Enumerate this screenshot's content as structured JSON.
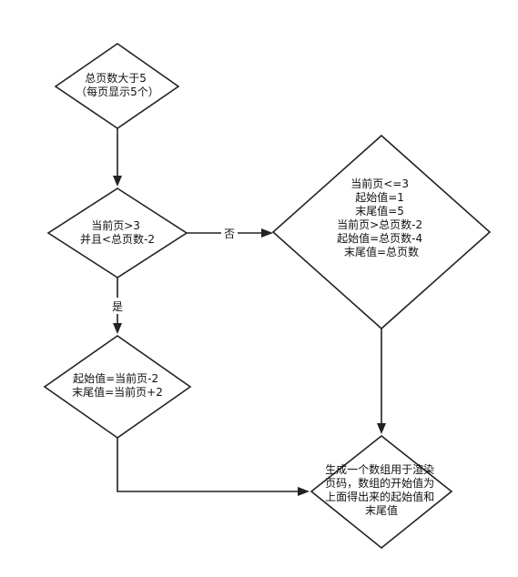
{
  "nodes": {
    "decision_total_pages": {
      "lines": [
        "总页数大于5",
        "（每页显示5个）"
      ]
    },
    "decision_current_page": {
      "lines": [
        "当前页>3",
        "并且<总页数-2"
      ]
    },
    "decision_else": {
      "lines": [
        "当前页<=3",
        "起始值=1",
        "末尾值=5",
        "",
        "当前页>总页数-2",
        "起始值=总页数-4",
        "末尾值=总页数"
      ]
    },
    "decision_middle": {
      "lines": [
        "起始值=当前页-2",
        "末尾值=当前页+2"
      ]
    },
    "decision_generate": {
      "lines": [
        "生成一个数组用于渲染",
        "页码，数组的开始值为",
        "上面得出来的起始值和",
        "末尾值"
      ]
    }
  },
  "edges": {
    "yes_label": "是",
    "no_label": "否"
  }
}
